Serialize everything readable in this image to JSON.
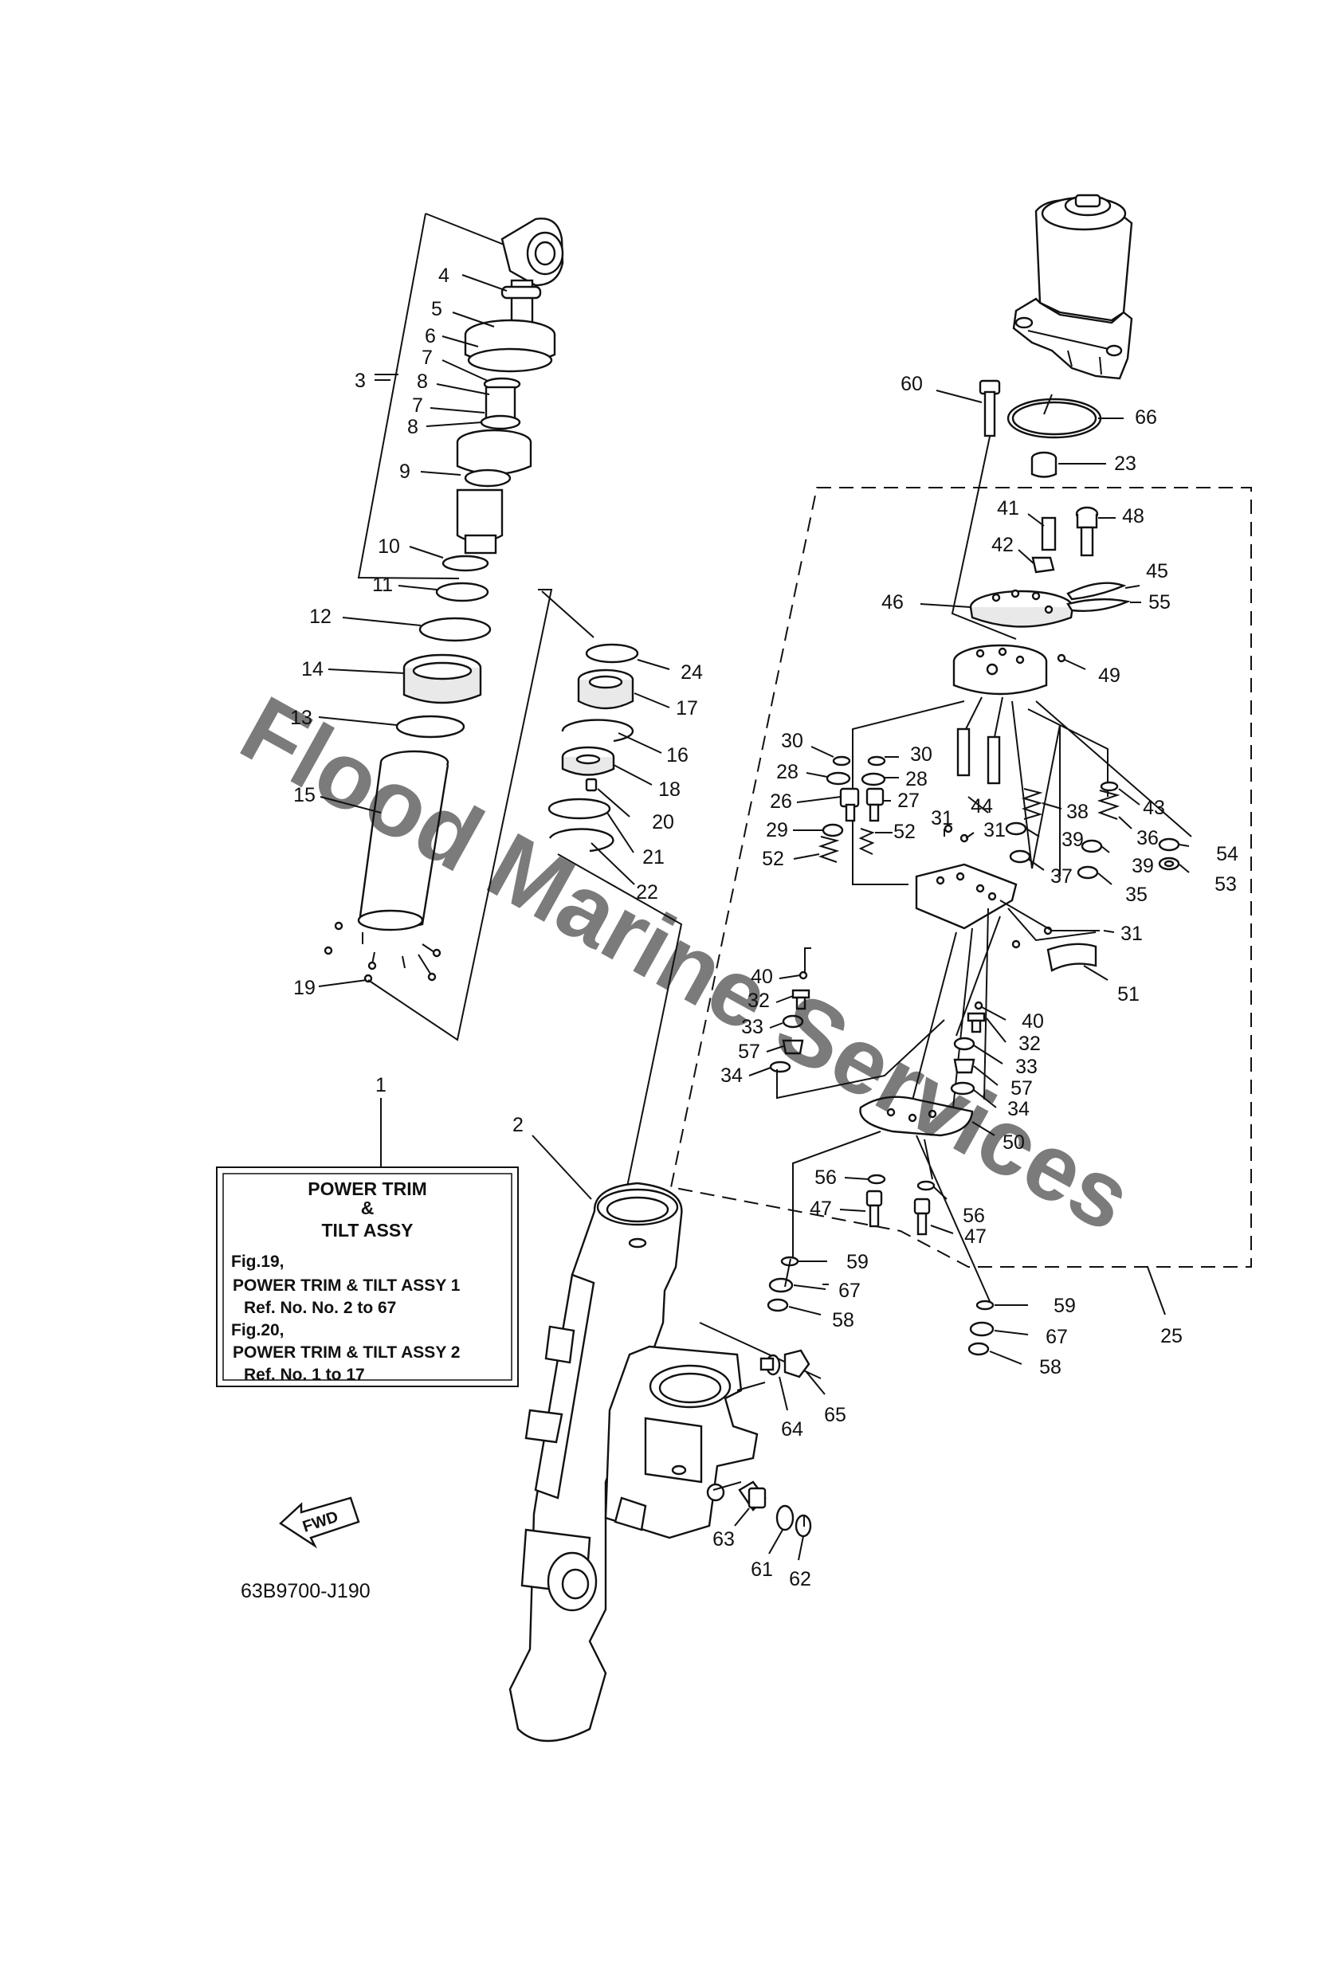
{
  "watermark": "Flood Marine Services",
  "drawing_code": "63B9700-J190",
  "fwd_label": "FWD",
  "info_box": {
    "title_1": "POWER TRIM",
    "title_2": "&",
    "title_3": "TILT ASSY",
    "line_1": "Fig.19,",
    "line_2": "POWER TRIM & TILT ASSY 1",
    "line_3": "Ref. No. No. 2 to 67",
    "line_4": "Fig.20,",
    "line_5": "POWER TRIM & TILT ASSY 2",
    "line_6": "Ref. No. 1 to 17"
  },
  "callouts": [
    "1",
    "2",
    "3",
    "4",
    "5",
    "6",
    "7",
    "8",
    "7",
    "8",
    "9",
    "10",
    "11",
    "12",
    "14",
    "13",
    "15",
    "19",
    "24",
    "17",
    "16",
    "18",
    "20",
    "21",
    "22",
    "25",
    "60",
    "66",
    "23",
    "41",
    "48",
    "42",
    "45",
    "46",
    "55",
    "49",
    "30",
    "30",
    "28",
    "28",
    "44",
    "26",
    "27",
    "29",
    "31",
    "31",
    "52",
    "52",
    "38",
    "43",
    "39",
    "36",
    "54",
    "37",
    "39",
    "35",
    "53",
    "31",
    "40",
    "32",
    "33",
    "57",
    "34",
    "51",
    "40",
    "32",
    "33",
    "57",
    "34",
    "50",
    "56",
    "56",
    "47",
    "47",
    "59",
    "67",
    "58",
    "59",
    "67",
    "58",
    "64",
    "65",
    "63",
    "61",
    "62"
  ]
}
